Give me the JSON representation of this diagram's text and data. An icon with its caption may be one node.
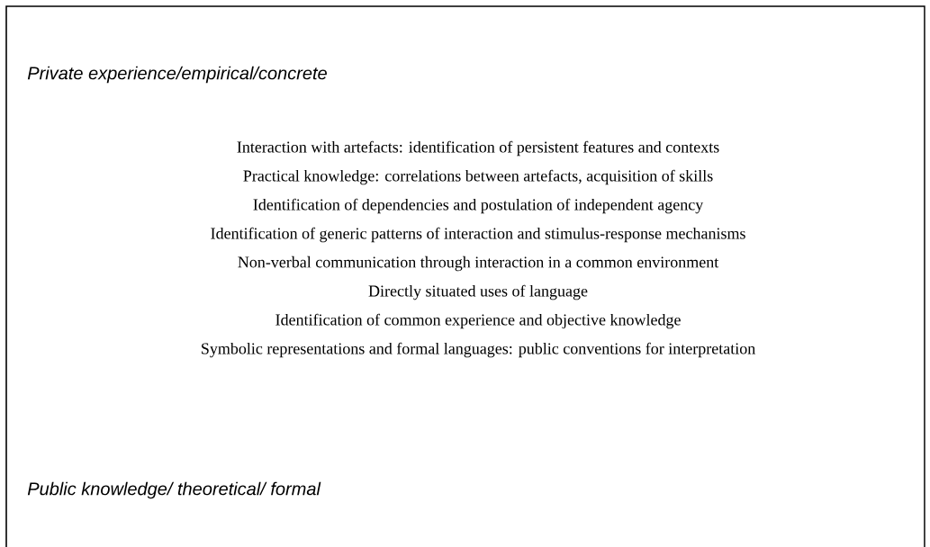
{
  "diagram": {
    "nodes": [
      {
        "text": [
          "Private experience/empirical/concrete",
          "Interaction with artefacts: identification of persistent features and contexts",
          "Practical knowledge: correlations between artefacts, acquisition of skills",
          "Identification of dependencies and postulation of independent agency",
          "Identification of generic patterns of interaction and stimulus-response mechanisms",
          "Non-verbal communication through interaction in a common environment",
          "Directly situated uses of language",
          "Identification of common experience and objective knowledge",
          "Symbolic representations and formal languages: public conventions for interpretation",
          "Public knowledge/ theoretical/ formal"
        ]
      }
    ]
  }
}
